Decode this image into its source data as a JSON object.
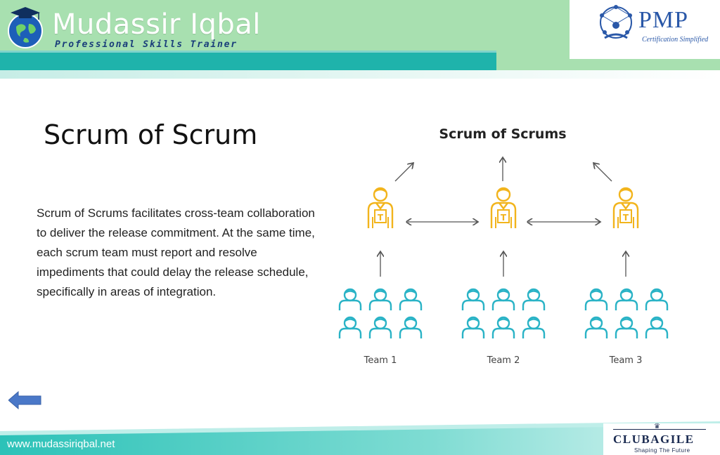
{
  "header": {
    "brand_name": "Mudassir Iqbal",
    "brand_subtitle": "Professional Skills Trainer",
    "pmp_logo_text": "PMP",
    "pmp_logo_subtitle": "Certification Simplified",
    "colors": {
      "green": "#a8e0b0",
      "teal": "#1fb3ab",
      "pmp_blue": "#2a58a8"
    }
  },
  "slide": {
    "title": "Scrum of Scrum",
    "body": "Scrum of Scrums facilitates cross-team collaboration to deliver the release commitment. At the same time, each scrum team must report and resolve impediments that could delay the release schedule, specifically in areas of integration."
  },
  "diagram": {
    "title": "Scrum of Scrums",
    "teams": [
      "Team 1",
      "Team 2",
      "Team 3"
    ],
    "colors": {
      "leader": "#f2b41c",
      "member": "#2ab3c6",
      "arrow": "#555555"
    }
  },
  "navigation": {
    "back_icon": "left-arrow-icon",
    "back_color": "#4a78c8"
  },
  "footer": {
    "url": "www.mudassiriqbal.net",
    "club_name": "CLUBAGILE",
    "club_tagline": "Shaping The Future"
  }
}
